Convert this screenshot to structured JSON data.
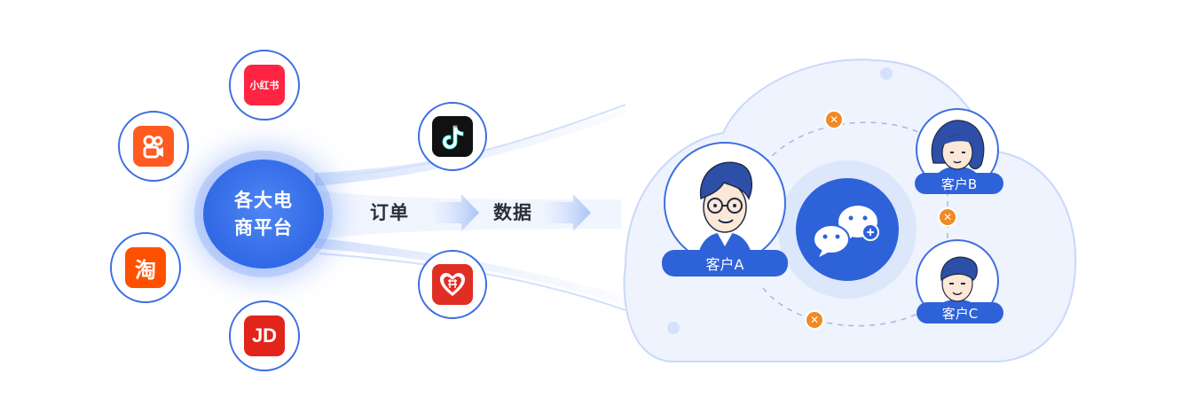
{
  "hub": {
    "line1": "各大电",
    "line2": "商平台"
  },
  "flow": {
    "orders": "订单",
    "data": "数据"
  },
  "platforms": {
    "xiaohongshu": {
      "label": "小红书",
      "color": "#ff2442"
    },
    "kuaishou": {
      "color": "#ff5a1f"
    },
    "taobao": {
      "label": "淘",
      "color": "#ff5000"
    },
    "jd": {
      "label": "JD",
      "color": "#e1251b"
    },
    "douyin": {
      "color": "#111111"
    },
    "pinduoduo": {
      "color": "#e02e24"
    }
  },
  "customers": {
    "a": {
      "label": "客户A"
    },
    "b": {
      "label": "客户B"
    },
    "c": {
      "label": "客户C"
    }
  },
  "colors": {
    "primary": "#3169e6",
    "cloud": "#eef3fd",
    "cloud_border": "#c9d8fb",
    "x_mark": "#f08a24"
  },
  "icons": {
    "x_mark": "✕",
    "center": "wechat-icon"
  }
}
